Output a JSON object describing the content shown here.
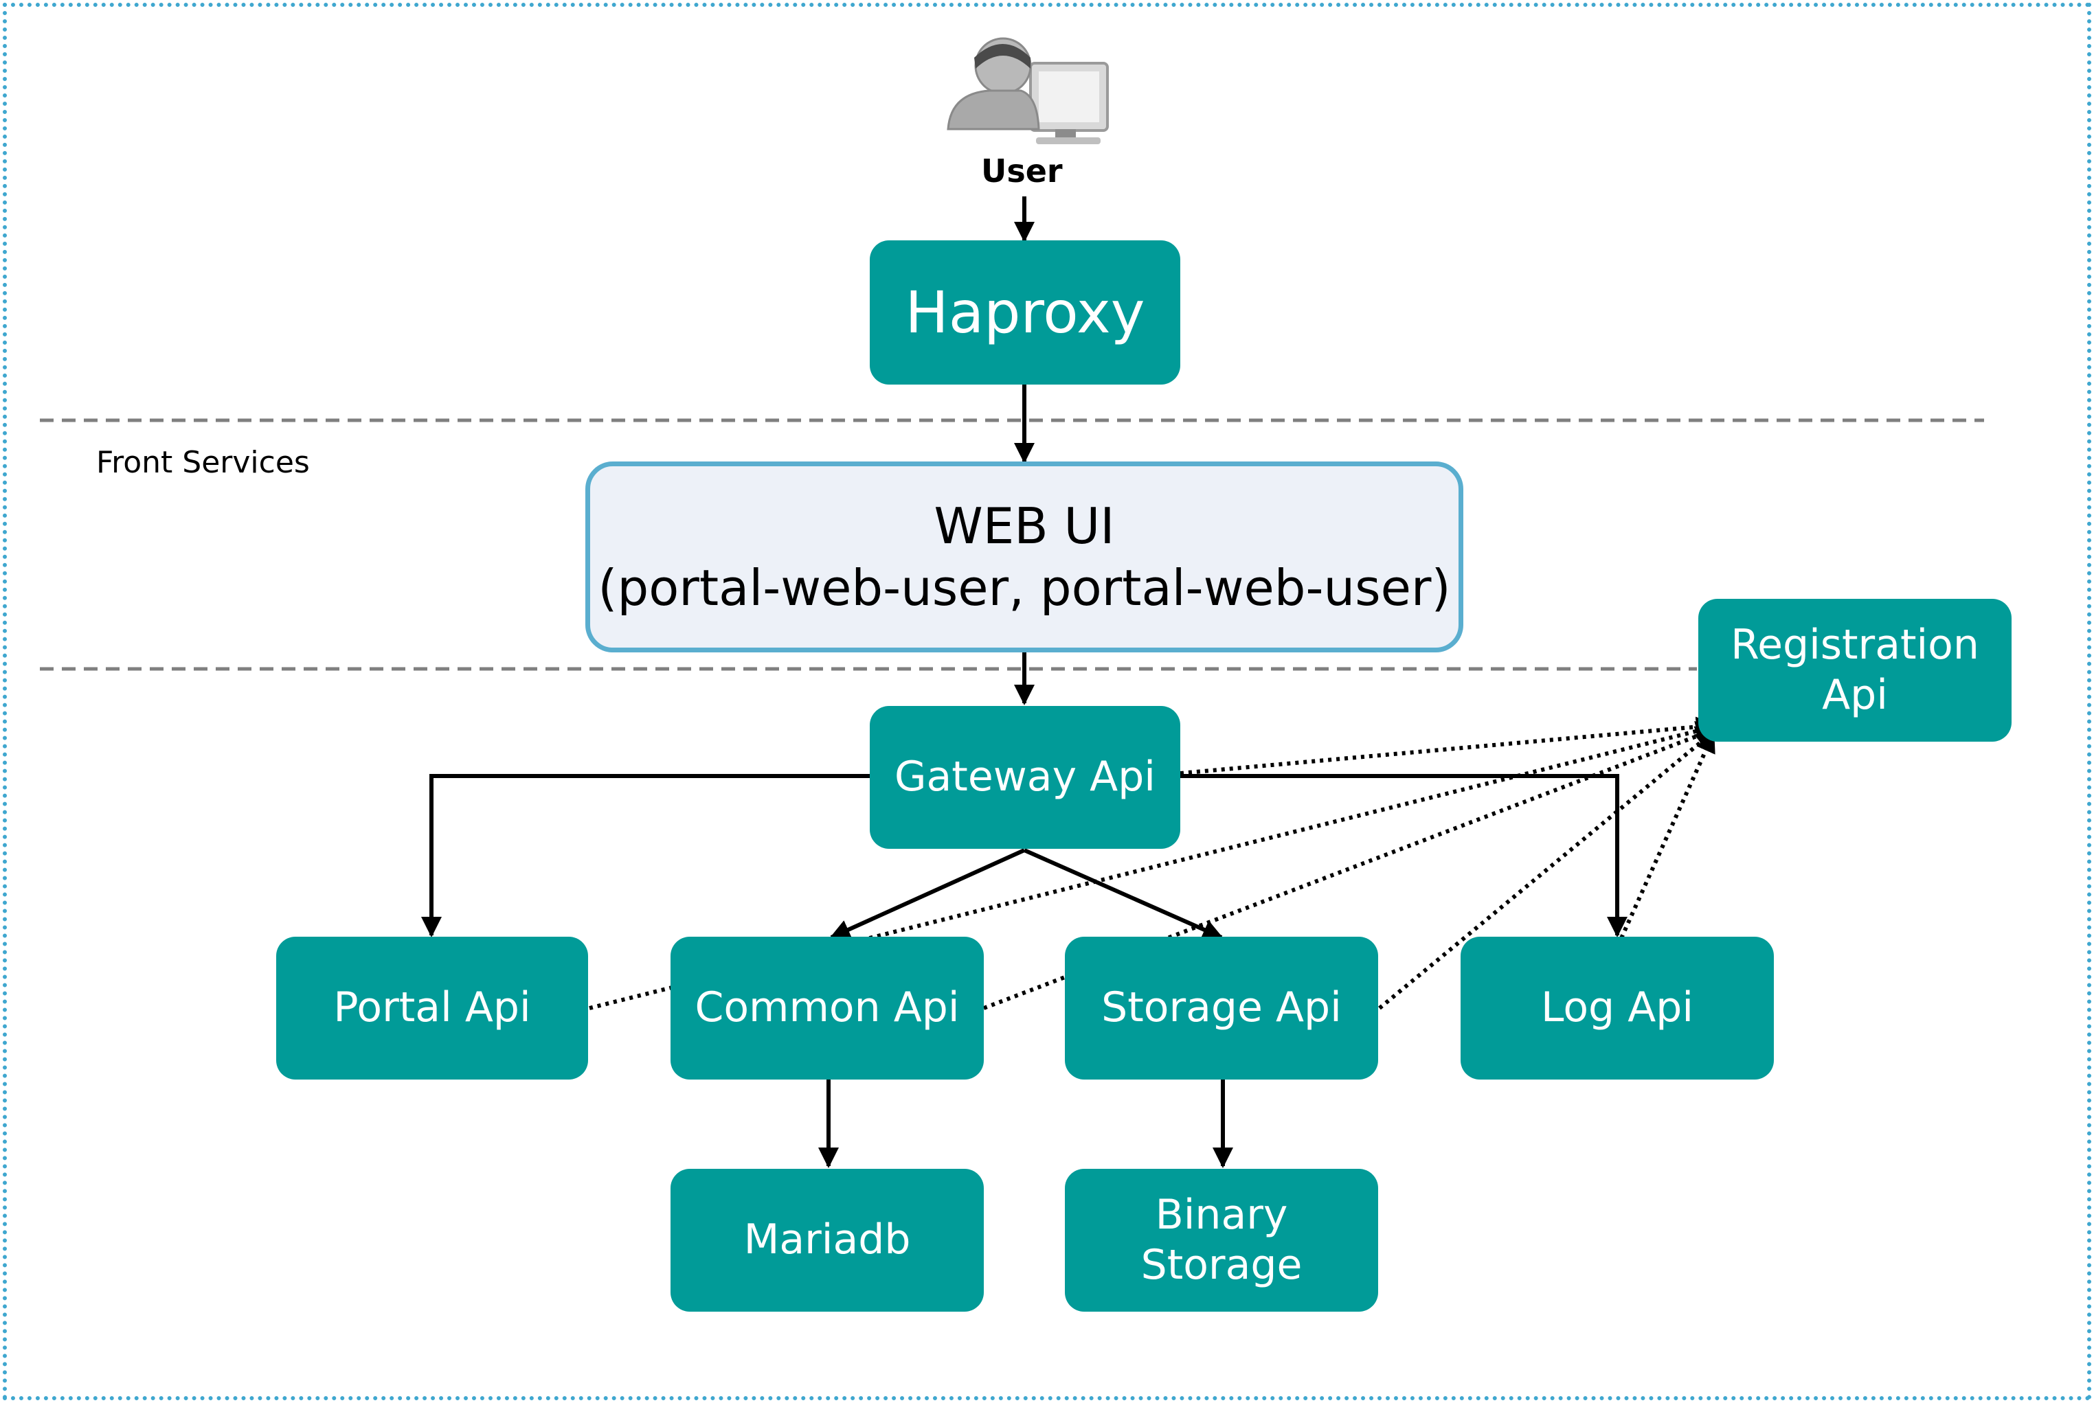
{
  "user": {
    "label": "User",
    "icon": "user-at-computer-icon"
  },
  "zones": {
    "front_label": "Front Services"
  },
  "nodes": {
    "haproxy": "Haproxy",
    "web_ui": "WEB UI\n(portal-web-user, portal-web-user)",
    "registration": "Registration\nApi",
    "gateway": "Gateway Api",
    "portal": "Portal Api",
    "common": "Common Api",
    "storage": "Storage Api",
    "log": "Log Api",
    "mariadb": "Mariadb",
    "binary": "Binary\nStorage"
  },
  "edges": [
    {
      "from": "user",
      "to": "haproxy",
      "style": "solid"
    },
    {
      "from": "haproxy",
      "to": "web_ui",
      "style": "solid"
    },
    {
      "from": "web_ui",
      "to": "gateway",
      "style": "solid"
    },
    {
      "from": "gateway",
      "to": "portal",
      "style": "solid"
    },
    {
      "from": "gateway",
      "to": "common",
      "style": "solid"
    },
    {
      "from": "gateway",
      "to": "storage",
      "style": "solid"
    },
    {
      "from": "gateway",
      "to": "log",
      "style": "solid"
    },
    {
      "from": "common",
      "to": "mariadb",
      "style": "solid"
    },
    {
      "from": "storage",
      "to": "binary",
      "style": "solid"
    },
    {
      "from": "gateway",
      "to": "registration",
      "style": "dotted"
    },
    {
      "from": "portal",
      "to": "registration",
      "style": "dotted"
    },
    {
      "from": "common",
      "to": "registration",
      "style": "dotted"
    },
    {
      "from": "storage",
      "to": "registration",
      "style": "dotted"
    },
    {
      "from": "log",
      "to": "registration",
      "style": "dotted"
    }
  ],
  "colors": {
    "node_fill": "#019b98",
    "node_text": "#ffffff",
    "webui_fill": "#edf1f8",
    "webui_border": "#5aaecf",
    "frame_border": "#3fa7cf",
    "divider": "#7f7f7f",
    "arrow": "#000000"
  }
}
